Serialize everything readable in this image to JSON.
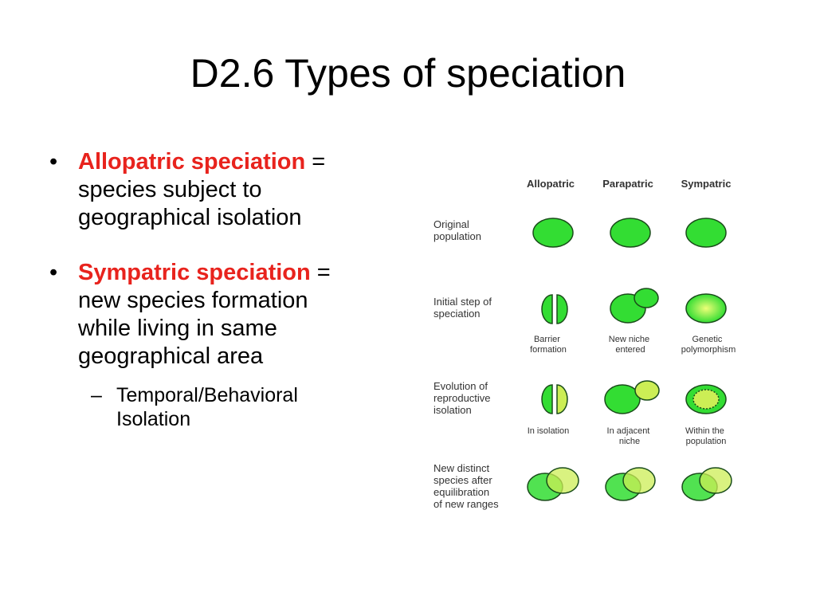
{
  "slide": {
    "title": "D2.6 Types of speciation",
    "bullets": [
      {
        "term": "Allopatric speciation",
        "rest_first": " =",
        "lines": [
          "species subject to",
          "geographical isolation"
        ]
      },
      {
        "term": "Sympatric speciation",
        "rest_first": " =",
        "lines": [
          "new species formation",
          "while living in same",
          "geographical area"
        ]
      }
    ],
    "sub_bullet": {
      "lines": [
        "Temporal/Behavioral",
        "Isolation"
      ]
    }
  },
  "figure": {
    "columns": [
      "Allopatric",
      "Parapatric",
      "Sympatric"
    ],
    "rows": [
      {
        "lines": [
          "Original",
          "population"
        ]
      },
      {
        "lines": [
          "Initial step of",
          "speciation"
        ]
      },
      {
        "lines": [
          "Evolution of",
          "reproductive",
          "isolation"
        ]
      },
      {
        "lines": [
          "New distinct",
          "species after",
          "equilibration",
          "of new ranges"
        ]
      }
    ],
    "captions_step": [
      [
        "Barrier",
        "formation"
      ],
      [
        "New niche",
        "entered"
      ],
      [
        "Genetic",
        "polymorphism"
      ]
    ],
    "captions_evolution": [
      [
        "In isolation"
      ],
      [
        "In adjacent",
        "niche"
      ],
      [
        "Within the",
        "population"
      ]
    ],
    "colors": {
      "green": "#33dd33",
      "yellow_green": "#ccee55",
      "outline": "#1a4d1a"
    }
  }
}
